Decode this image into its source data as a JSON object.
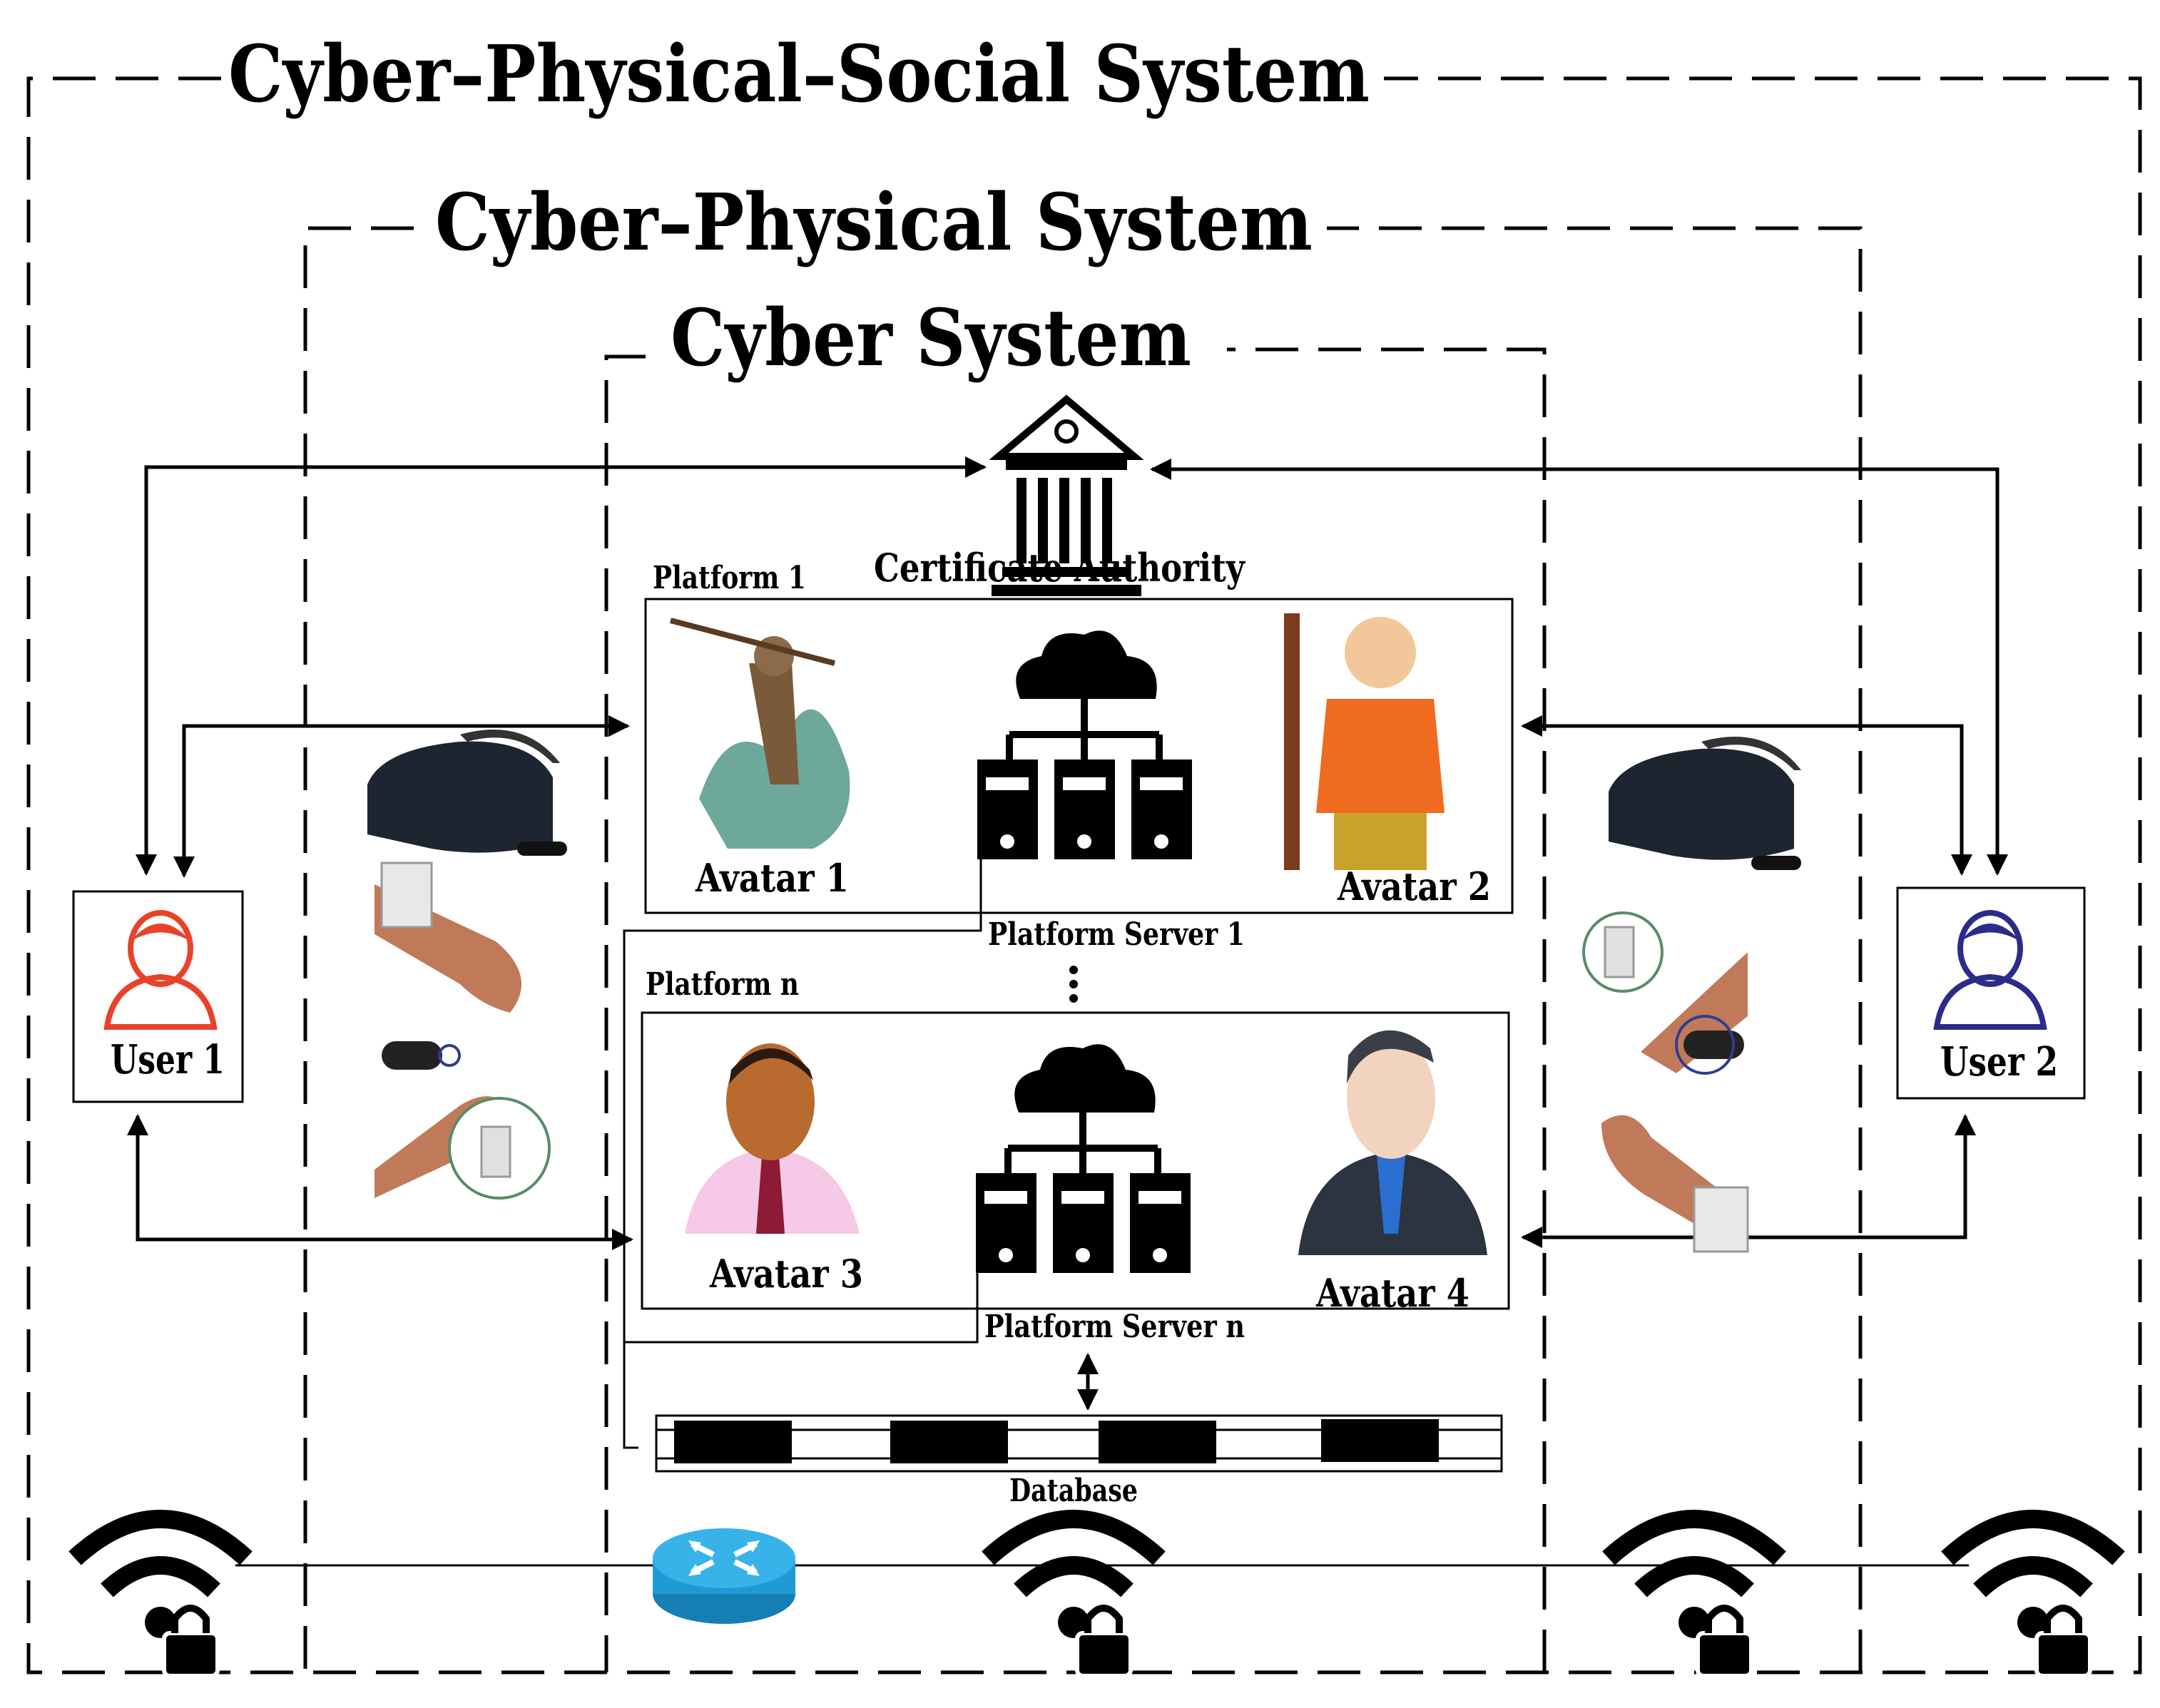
{
  "titles": {
    "cpss": "Cyber–Physical–Social System",
    "cps": "Cyber–Physical System",
    "cs": "Cyber System"
  },
  "certificate_authority": {
    "label": "Certificate Authority",
    "icon": "bank-building-icon"
  },
  "platform1": {
    "label": "Platform 1",
    "server_label": "Platform Server 1",
    "avatars": [
      "Avatar 1",
      "Avatar 2"
    ]
  },
  "platform_n": {
    "label": "Platform n",
    "server_label": "Platform Server n",
    "avatars": [
      "Avatar 3",
      "Avatar 4"
    ]
  },
  "users": [
    "User 1",
    "User 2"
  ],
  "database": {
    "label": "Database"
  },
  "colors": {
    "user1": "#e8422a",
    "user2": "#2b2c8a",
    "router": "#1e9bd7",
    "line": "#000000"
  }
}
